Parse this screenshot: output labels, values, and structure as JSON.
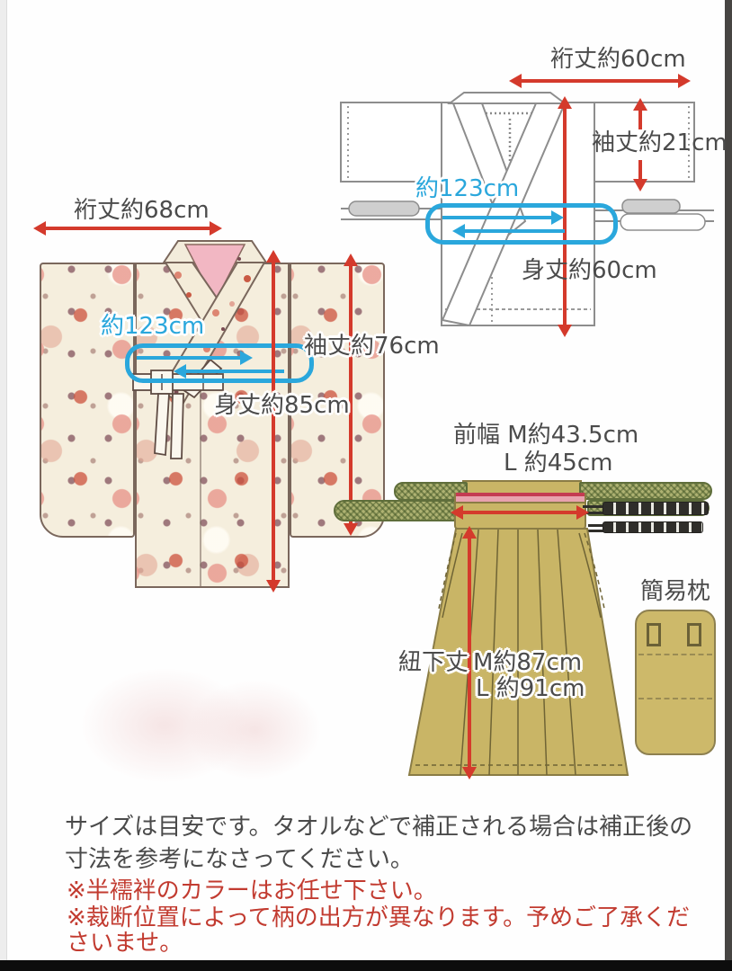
{
  "juban": {
    "yuki_label": "裄丈約60cm",
    "sode_label": "袖丈約21cm",
    "himo_label": "約123cm",
    "mitake_label": "身丈約60cm"
  },
  "kimono": {
    "yuki_label": "裄丈約68cm",
    "himo_label": "約123cm",
    "sode_label": "袖丈約76cm",
    "mitake_label": "身丈約85cm"
  },
  "hakama": {
    "maehaba_line1": "前幅 M約43.5cm",
    "maehaba_line2": "L 約45cm",
    "himoshita_label": "紐下丈",
    "himoshita_m": "M約87cm",
    "himoshita_l": "L 約91cm"
  },
  "makura": {
    "label": "簡易枕"
  },
  "notes": {
    "size_line1": "サイズは目安です。タオルなどで補正される場合は補正後の",
    "size_line2": "寸法を参考になさってください。",
    "red_line1": "※半襦袢のカラーはお任せ下さい。",
    "red_line2": "※裁断位置によって柄の出方が異なります。予めご了承くだ",
    "red_line3": "さいませ。"
  },
  "colors": {
    "arrow_red": "#d43a2c",
    "measure_blue": "#2aa7dc",
    "note_red": "#c23b30",
    "text_dark": "#4b4b4b",
    "hakama_khaki": "#c9b566",
    "strap_green": "#aeb272",
    "collar_pink": "#f2b7c3",
    "kimono_cream": "#f5eedd"
  }
}
